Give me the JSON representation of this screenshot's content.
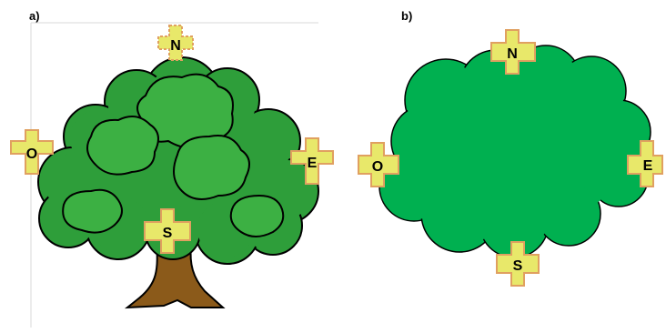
{
  "panels": {
    "a": {
      "label": "a)",
      "markers": {
        "north": "N",
        "south": "S",
        "east": "E",
        "west": "O"
      }
    },
    "b": {
      "label": "b)",
      "markers": {
        "north": "N",
        "south": "S",
        "east": "E",
        "west": "O"
      }
    }
  },
  "colors": {
    "foliage": "#2e9e3a",
    "foliage_light": "#3cb043",
    "canopy": "#00b050",
    "trunk": "#8b5a1a",
    "marker_fill": "#e8e86a",
    "marker_border": "#e0a060"
  }
}
